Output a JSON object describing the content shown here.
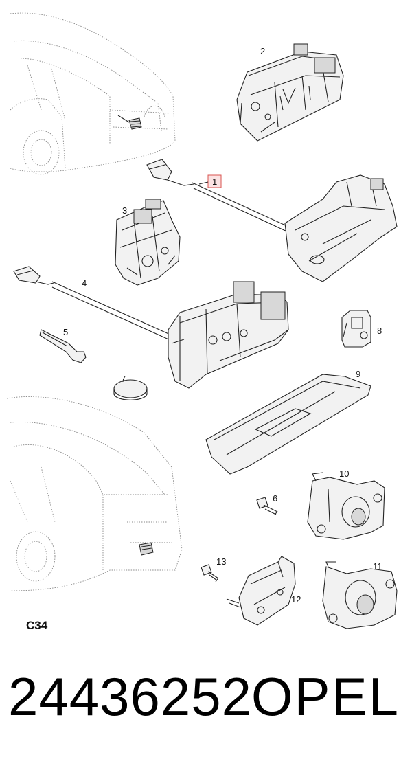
{
  "callouts": {
    "c1": "1",
    "c2": "2",
    "c3": "3",
    "c4": "4",
    "c5": "5",
    "c6": "6",
    "c7": "7",
    "c8": "8",
    "c9": "9",
    "c10": "10",
    "c11": "11",
    "c12": "12",
    "c13": "13"
  },
  "sheet_label": "C34",
  "part_number": "24436252",
  "brand": "OPEL",
  "colors": {
    "highlight": "#d9534f",
    "line": "#222222",
    "ghost_line": "#888888"
  }
}
